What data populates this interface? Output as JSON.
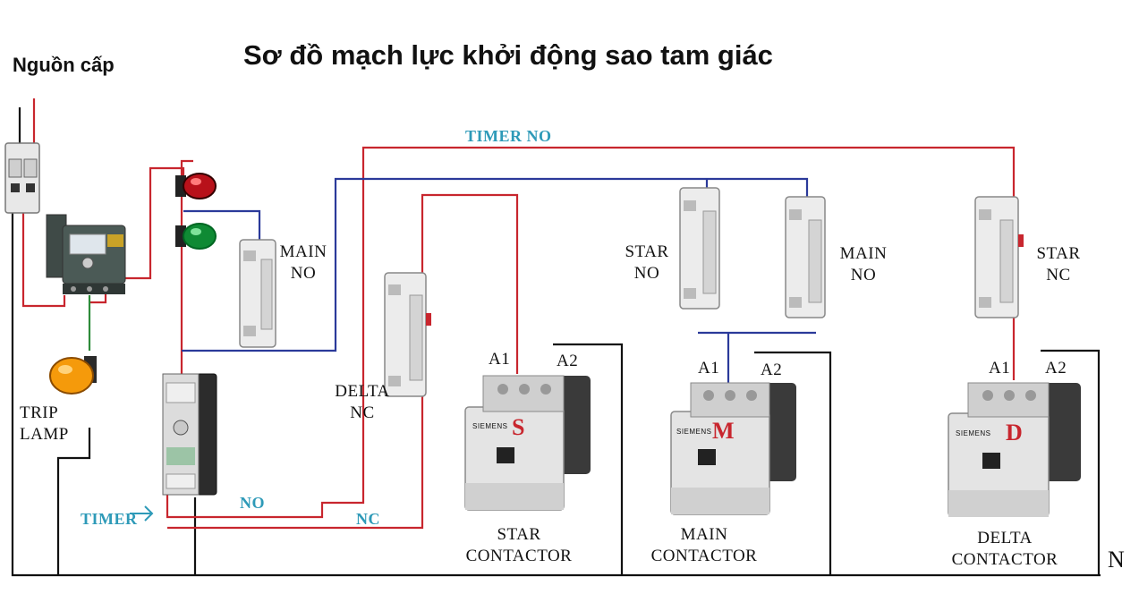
{
  "title": "Sơ đồ mạch lực khởi động sao tam giác",
  "source_label": "Nguồn cấp",
  "trip_lamp": {
    "line1": "TRIP",
    "line2": "LAMP"
  },
  "timer_label": "TIMER",
  "timer_no_label": "TIMER NO",
  "timer_out_no": "NO",
  "timer_out_nc": "NC",
  "aux_contacts": [
    {
      "line1": "MAIN",
      "line2": "NO"
    },
    {
      "line1": "DELTA",
      "line2": "NC"
    },
    {
      "line1": "STAR",
      "line2": "NO"
    },
    {
      "line1": "MAIN",
      "line2": "NO"
    },
    {
      "line1": "STAR",
      "line2": "NC"
    }
  ],
  "contactors": [
    {
      "letter": "S",
      "brand": "SIEMENS",
      "a1": "A1",
      "a2": "A2",
      "line1": "STAR",
      "line2": "CONTACTOR"
    },
    {
      "letter": "M",
      "brand": "SIEMENS",
      "a1": "A1",
      "a2": "A2",
      "line1": "MAIN",
      "line2": "CONTACTOR"
    },
    {
      "letter": "D",
      "brand": "SIEMENS",
      "a1": "A1",
      "a2": "A2",
      "line1": "DELTA",
      "line2": "CONTACTOR"
    }
  ],
  "neutral_label": "N",
  "colors": {
    "live": "#c8262e",
    "control": "#2b3a9a",
    "neutral": "#111111",
    "lamp": "#2e8b3a",
    "label_blue": "#2e9ab8",
    "contactor_letter": "#c8262e"
  }
}
